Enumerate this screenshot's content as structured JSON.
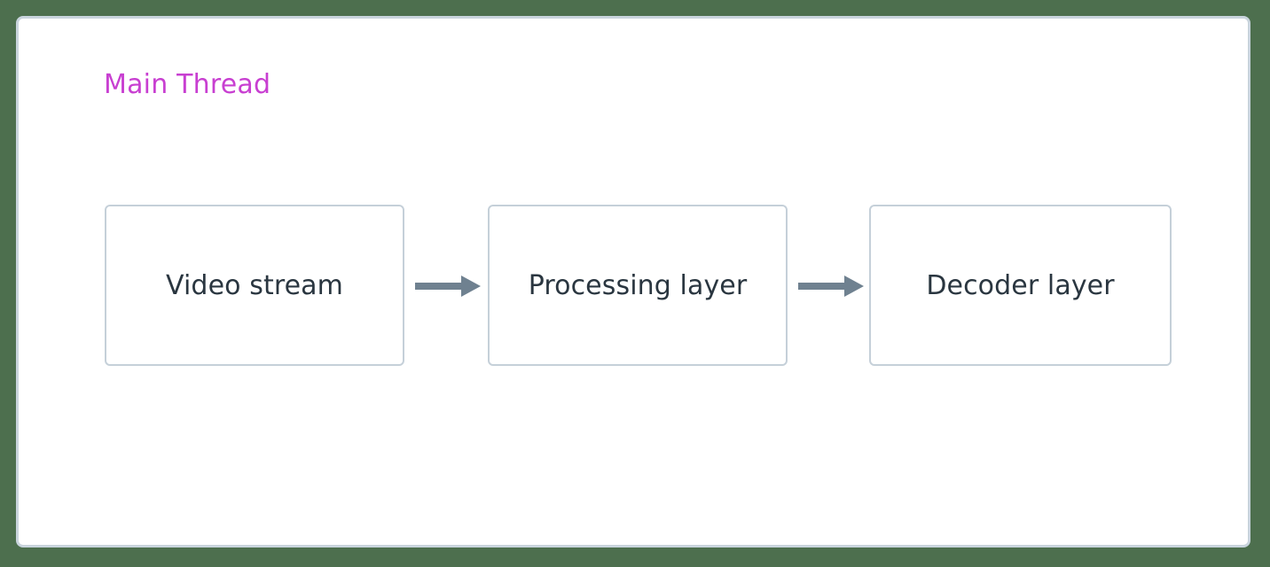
{
  "canvas": {
    "background_color": "#4d6f4e",
    "surface_color": "#ffffff",
    "border_color": "#c9d4dd"
  },
  "diagram": {
    "type": "flowchart",
    "direction": "left-to-right",
    "group": {
      "title": "Main Thread",
      "title_color": "#c83fd1"
    },
    "node_style": {
      "fill": "#ffffff",
      "border_color": "#c5d0d9",
      "text_color": "#2a3640"
    },
    "edge_style": {
      "color": "#6f8190",
      "arrowhead": "solid-triangle"
    },
    "nodes": [
      {
        "id": "video-stream",
        "label": "Video stream"
      },
      {
        "id": "processing-layer",
        "label": "Processing layer"
      },
      {
        "id": "decoder-layer",
        "label": "Decoder layer"
      }
    ],
    "edges": [
      {
        "id": "edge-0",
        "from": "video-stream",
        "to": "processing-layer",
        "label": ""
      },
      {
        "id": "edge-1",
        "from": "processing-layer",
        "to": "decoder-layer",
        "label": ""
      }
    ]
  }
}
